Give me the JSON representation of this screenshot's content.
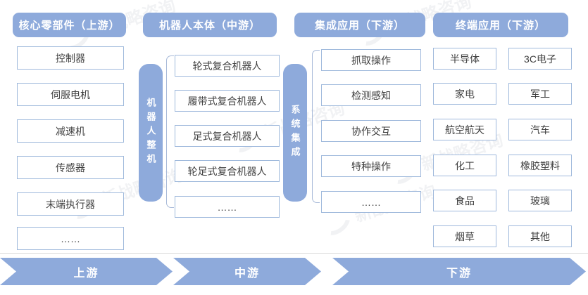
{
  "diagram": {
    "headers": [
      "核心零部件（上游）",
      "机器人本体（中游）",
      "集成应用（下游）",
      "终端应用（下游）"
    ],
    "col1_items": [
      "控制器",
      "伺服电机",
      "减速机",
      "传感器",
      "末端执行器",
      "……"
    ],
    "col2_bar": "机器人整机",
    "col2_items": [
      "轮式复合机器人",
      "履带式复合机器人",
      "足式复合机器人",
      "轮足式复合机器人",
      "……"
    ],
    "col3_bar": "系统集成",
    "col3_items": [
      "抓取操作",
      "检测感知",
      "协作交互",
      "特种操作",
      "……"
    ],
    "col4_left_items": [
      "半导体",
      "家电",
      "航空航天",
      "化工",
      "食品",
      "烟草"
    ],
    "col4_right_items": [
      "3C电子",
      "军工",
      "汽车",
      "橡胶塑料",
      "玻璃",
      "其他"
    ],
    "flow_segments": [
      "上游",
      "中游",
      "下游"
    ],
    "watermark_text": "新战略咨询",
    "colors": {
      "primary_blue": "#8eaadb",
      "box_border": "#9fb9dc",
      "bracket_line": "#a7b9d8",
      "text_dark": "#3f3f3f",
      "text_light": "#ffffff"
    }
  }
}
